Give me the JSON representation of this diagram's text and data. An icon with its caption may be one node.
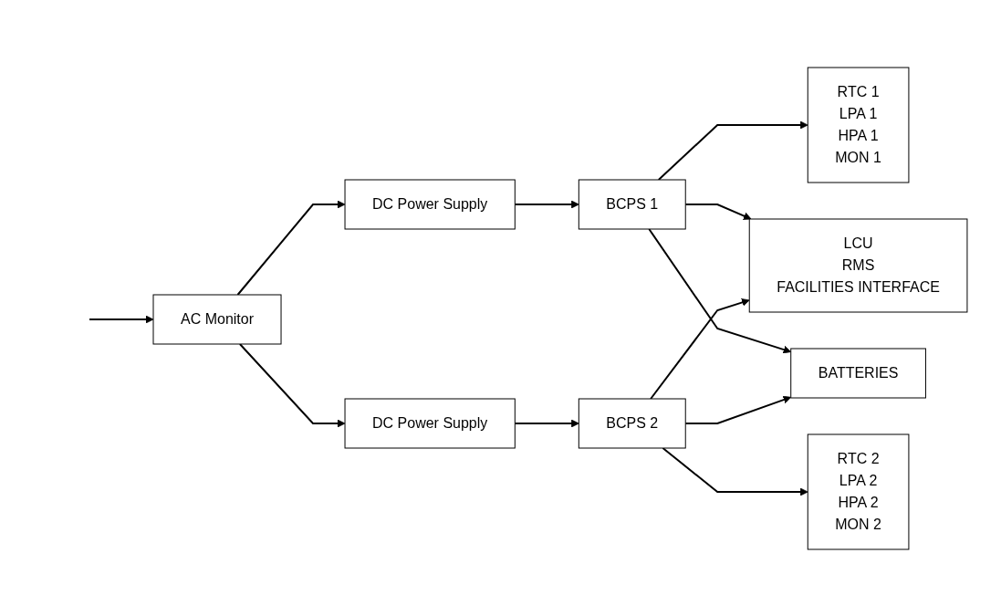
{
  "diagram": {
    "nodes": [
      {
        "text": [
          "AC Monitor"
        ]
      },
      {
        "text": [
          "DC Power Supply"
        ]
      },
      {
        "text": [
          "BCPS 1"
        ]
      },
      {
        "text": [
          "RTC 1",
          "LPA 1",
          "HPA 1",
          "MON 1"
        ]
      },
      {
        "text": [
          "LCU",
          "RMS",
          "FACILITIES INTERFACE"
        ]
      },
      {
        "text": [
          "BATTERIES"
        ]
      },
      {
        "text": [
          "DC Power Supply"
        ]
      },
      {
        "text": [
          "BCPS 2"
        ]
      },
      {
        "text": [
          "RTC 2",
          "LPA 2",
          "HPA 2",
          "MON 2"
        ]
      }
    ],
    "edges": [
      {
        "from": null,
        "to": 0,
        "arrow": "to"
      },
      {
        "from": 0,
        "to": 1,
        "arrow": "to"
      },
      {
        "from": 1,
        "to": 2,
        "arrow": "to"
      },
      {
        "from": 2,
        "to": 3,
        "arrow": "to"
      },
      {
        "from": 2,
        "to": 4,
        "arrow": "to"
      },
      {
        "from": 2,
        "to": 5,
        "arrow": "to"
      },
      {
        "from": 0,
        "to": 6,
        "arrow": "to"
      },
      {
        "from": 6,
        "to": 7,
        "arrow": "to"
      },
      {
        "from": 7,
        "to": 5,
        "arrow": "to"
      },
      {
        "from": 7,
        "to": 4,
        "arrow": "to"
      },
      {
        "from": 7,
        "to": 8,
        "arrow": "to"
      }
    ]
  }
}
